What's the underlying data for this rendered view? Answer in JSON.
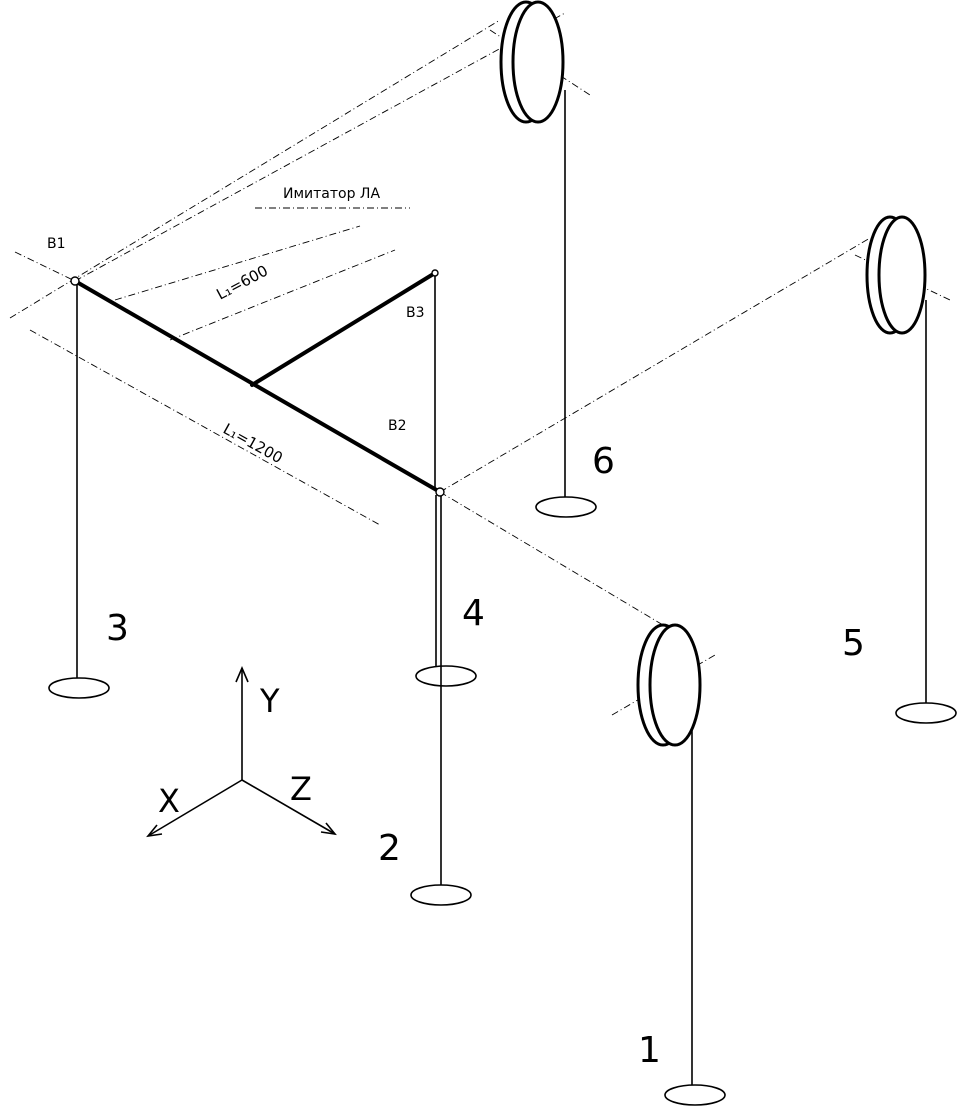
{
  "diagram": {
    "title_label": "Имитатор ЛА",
    "nodes": {
      "b1": "B1",
      "b2": "B2",
      "b3": "B3"
    },
    "dimensions": {
      "l_short": "L₁=600",
      "l_long": "L₁=1200"
    },
    "axes": {
      "x": "X",
      "y": "Y",
      "z": "Z"
    },
    "supports": [
      "1",
      "2",
      "3",
      "4",
      "5",
      "6"
    ]
  }
}
